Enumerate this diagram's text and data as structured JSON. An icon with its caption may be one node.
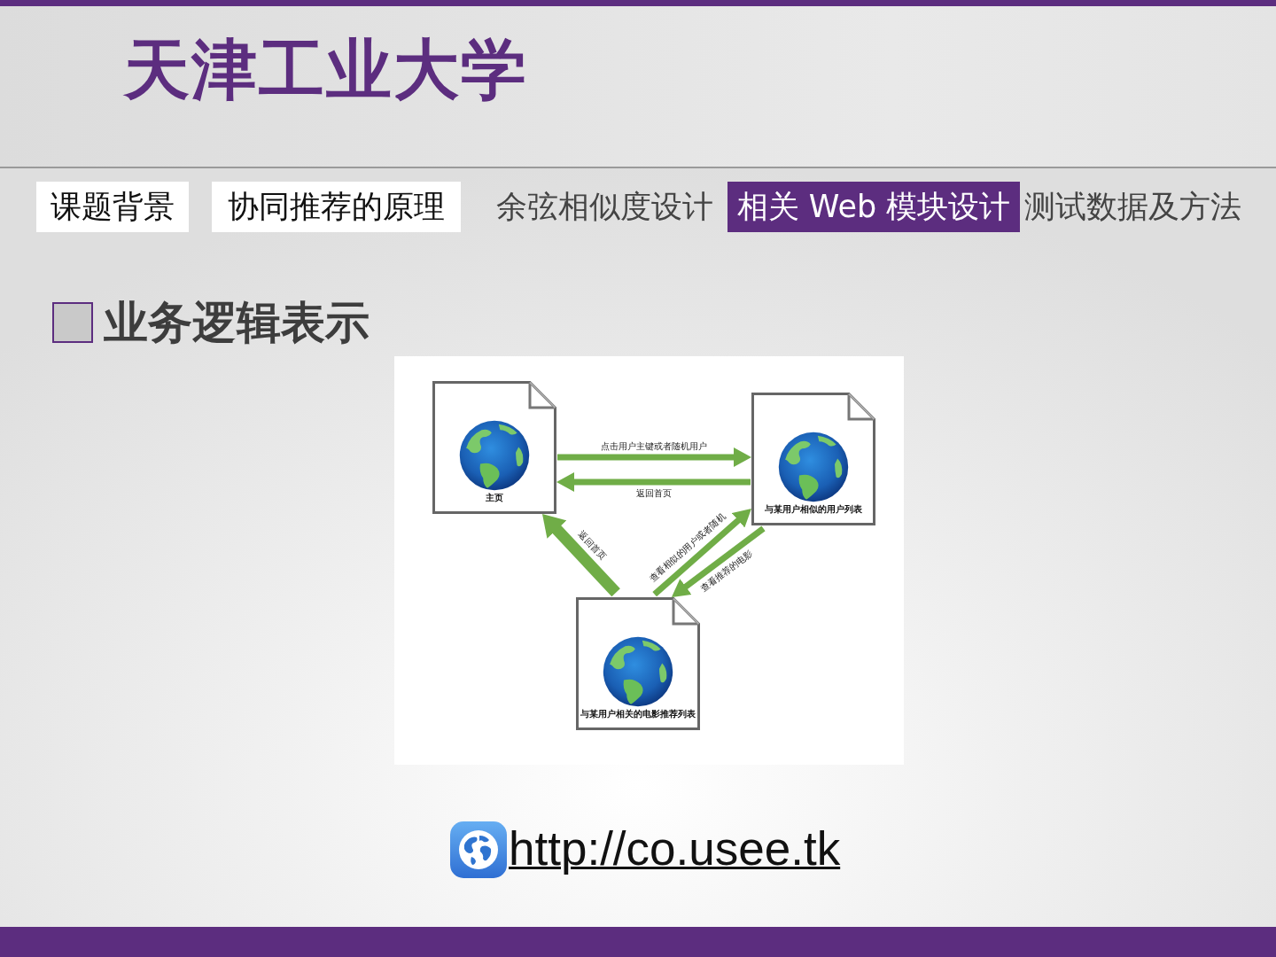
{
  "diagram": {
    "title": "业务逻辑表示",
    "nodes": [
      {
        "text": [
          "主页"
        ]
      },
      {
        "text": [
          "与某用户相似的用户列表"
        ]
      },
      {
        "text": [
          "与某用户相关的电影推荐列表"
        ]
      }
    ],
    "edges": [
      {
        "from": 0,
        "to": 1,
        "arrow": "to",
        "label": "点击用户主键或者随机用户"
      },
      {
        "from": 1,
        "to": 0,
        "arrow": "to",
        "label": "返回首页"
      },
      {
        "from": 2,
        "to": 0,
        "arrow": "to",
        "label": "返回首页",
        "style": "thick"
      },
      {
        "from": 2,
        "to": 1,
        "arrow": "to",
        "label": "查看相似的用户或者随机"
      },
      {
        "from": 1,
        "to": 2,
        "arrow": "to",
        "label": "查看推荐的电影"
      }
    ],
    "labels": [
      "天津工业大学",
      "课题背景",
      "协同推荐的原理",
      "余弦相似度设计",
      "相关 Web 模块设计",
      "测试数据及方法",
      "http://co.usee.tk"
    ]
  }
}
